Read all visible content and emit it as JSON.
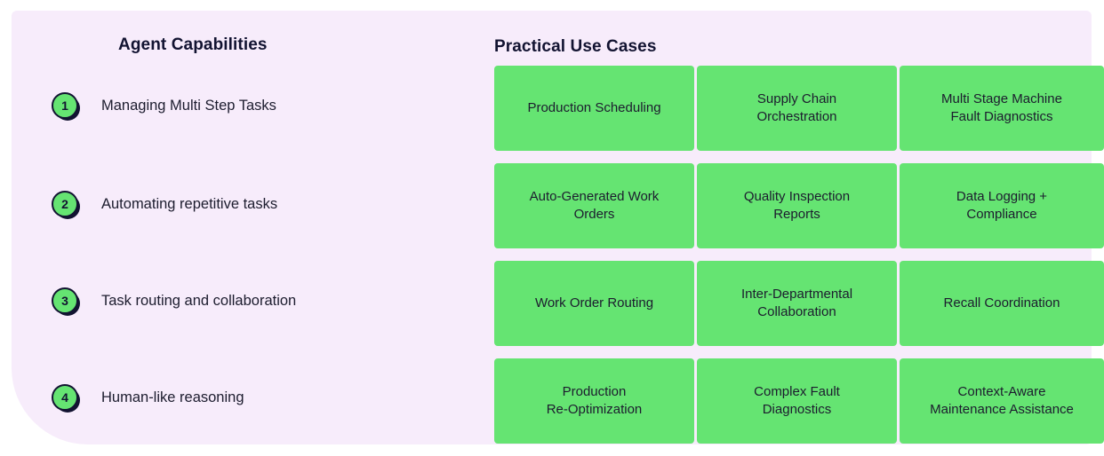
{
  "panel": {
    "background_color": "#f7ecfb"
  },
  "theme": {
    "accent_green": "#65e472",
    "ink": "#121331",
    "text": "#1c1c2e",
    "panel_bg": "#f7ecfb",
    "page_bg": "#ffffff"
  },
  "left": {
    "heading": "Agent Capabilities",
    "items": [
      {
        "number": "1",
        "label": "Managing Multi Step Tasks"
      },
      {
        "number": "2",
        "label": "Automating repetitive tasks"
      },
      {
        "number": "3",
        "label": "Task routing and collaboration"
      },
      {
        "number": "4",
        "label": "Human-like reasoning"
      }
    ]
  },
  "right": {
    "heading": "Practical Use Cases",
    "rows": [
      {
        "cards": [
          {
            "line1": "Production Scheduling",
            "line2": ""
          },
          {
            "line1": "Supply Chain",
            "line2": "Orchestration"
          },
          {
            "line1": "Multi Stage Machine",
            "line2": "Fault Diagnostics"
          }
        ]
      },
      {
        "cards": [
          {
            "line1": "Auto-Generated Work",
            "line2": "Orders"
          },
          {
            "line1": "Quality Inspection",
            "line2": "Reports"
          },
          {
            "line1": "Data Logging +",
            "line2": "Compliance"
          }
        ]
      },
      {
        "cards": [
          {
            "line1": "Work Order Routing",
            "line2": ""
          },
          {
            "line1": "Inter-Departmental",
            "line2": "Collaboration"
          },
          {
            "line1": "Recall Coordination",
            "line2": ""
          }
        ]
      },
      {
        "cards": [
          {
            "line1": "Production",
            "line2": "Re-Optimization"
          },
          {
            "line1": "Complex Fault",
            "line2": "Diagnostics"
          },
          {
            "line1": "Context-Aware",
            "line2": "Maintenance Assistance"
          }
        ]
      }
    ]
  }
}
